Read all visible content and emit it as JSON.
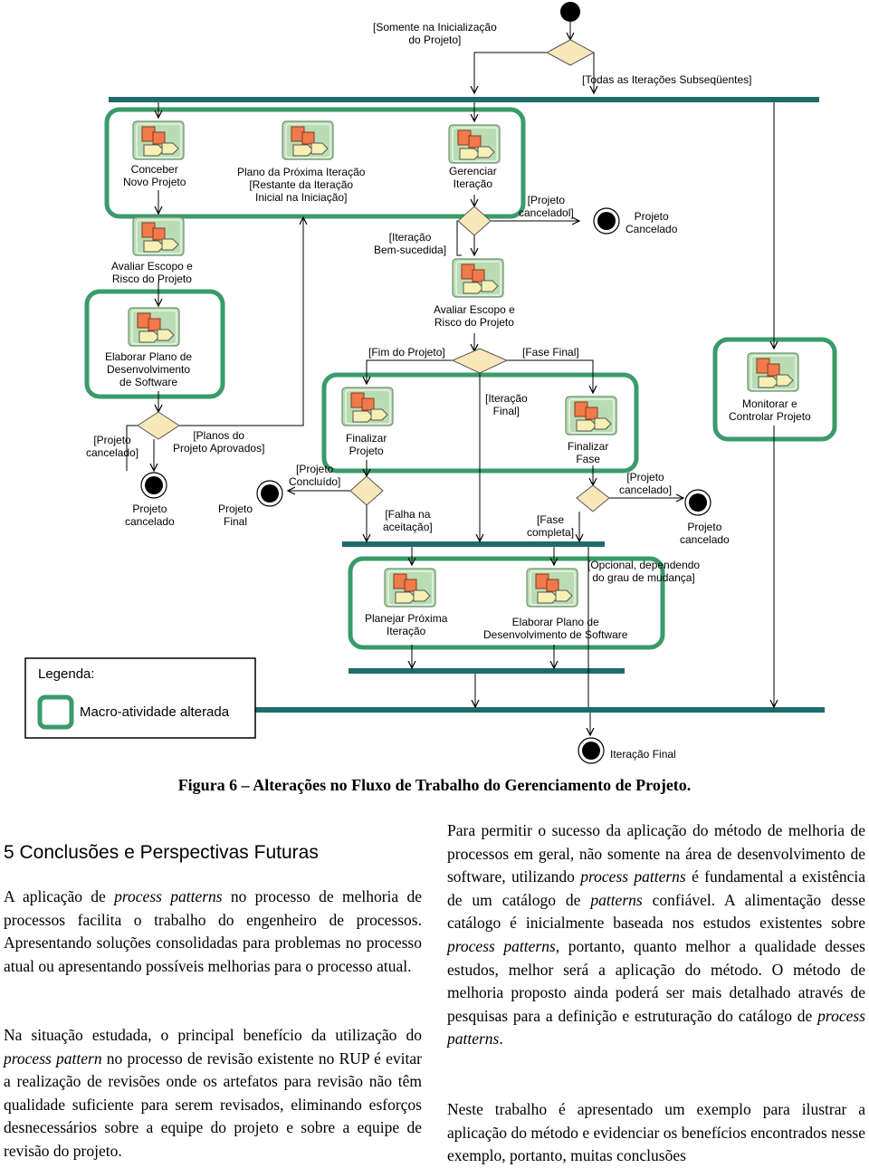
{
  "diagram": {
    "guards": {
      "somente_inicializacao": "[Somente na Inicialização\ndo Projeto]",
      "todas_iteracoes": "[Todas as Iterações Subseqüentes]",
      "iteracao_bem_sucedida": "[Iteração\nBem-sucedida]",
      "projeto_cancelado_top": "[Projeto\ncanceladol]",
      "fim_do_projeto": "[Fim do Projeto]",
      "fase_final": "[Fase Final]",
      "iteracao_final_guard": "[Iteração\nFinal]",
      "projeto_cancelado_left": "[Projeto\ncancelado]",
      "planos_aprovados": "[Planos do\nProjeto Aprovados]",
      "projeto_concluido": "[Projeto\nConcluído]",
      "falha_aceitacao": "[Falha na\naceitação]",
      "fase_completa": "[Fase\ncompleta]",
      "projeto_cancelado_right": "[Projeto\ncancelado]",
      "opcional": "[Opcional, dependendo\ndo grau de mudança]"
    },
    "activities": {
      "conceber": "Conceber\nNovo Projeto",
      "plano_proxima": "Plano da Próxima Iteração\n[Restante da Iteração\nInicial na Iniciação]",
      "gerenciar": "Gerenciar\nIteração",
      "avaliar_left": "Avaliar Escopo e\nRisco do Projeto",
      "avaliar_center": "Avaliar Escopo e\nRisco do Projeto",
      "elaborar_left": "Elaborar Plano de\nDesenvolvimento\nde Software",
      "finalizar_projeto": "Finalizar\nProjeto",
      "finalizar_fase": "Finalizar\nFase",
      "monitorar": "Monitorar e\nControlar Projeto",
      "planejar_proxima": "Planejar Próxima\nIteração",
      "elaborar_bottom": "Elaborar Plano de\nDesenvolvimento de Software"
    },
    "finals": {
      "projeto_cancelado_1": "Projeto\nCancelado",
      "projeto_cancelado_2": "Projeto\ncancelado",
      "projeto_final": "Projeto\nFinal",
      "projeto_cancelado_3": "Projeto\ncancelado",
      "iteracao_final": "Iteração Final"
    },
    "colors": {
      "highlight": "#3a9b6a",
      "bar": "#1f6b6b",
      "icon_bg": "#b9dcb4",
      "icon_orange": "#f07a4c",
      "icon_yellow": "#f6f0b5",
      "diamond": "#f8e7b8"
    }
  },
  "legend": {
    "title": "Legenda:",
    "item": "Macro-atividade alterada"
  },
  "caption": "Figura 6 – Alterações no Fluxo de Trabalho do Gerenciamento de Projeto.",
  "section": {
    "title": "5  Conclusões e Perspectivas Futuras"
  },
  "paragraphs": {
    "p1": [
      "A aplicação de ",
      "process patterns",
      " no processo de melhoria de processos facilita o trabalho do engenheiro de processos. Apresentando soluções consolidadas para problemas no processo atual ou apresentando possíveis melhorias para o processo atual."
    ],
    "p2": [
      "Na situação estudada, o principal benefício da utilização do ",
      "process pattern",
      " no processo de revisão existente no RUP é evitar a realização de revisões onde os artefatos para revisão não têm qualidade suficiente para serem revisados, eliminando esforços desnecessários sobre a equipe do projeto e sobre a equipe de revisão do projeto."
    ],
    "p3": [
      "Para permitir o sucesso da aplicação do método de melhoria de processos em geral, não somente na área de desenvolvimento de software, utilizando ",
      "process patterns",
      " é fundamental a existência de um catálogo de ",
      "patterns",
      " confiável. A alimentação desse catálogo é inicialmente baseada nos estudos existentes sobre ",
      "process patterns",
      ", portanto, quanto melhor a qualidade desses estudos, melhor será a aplicação do método. O método de melhoria proposto ainda poderá ser mais detalhado através de pesquisas para a definição e estruturação do catálogo de ",
      "process patterns",
      "."
    ],
    "p4": [
      "Neste trabalho é apresentado um exemplo para ilustrar a aplicação do método e evidenciar os benefícios encontrados nesse exemplo, portanto, muitas conclusões"
    ]
  }
}
